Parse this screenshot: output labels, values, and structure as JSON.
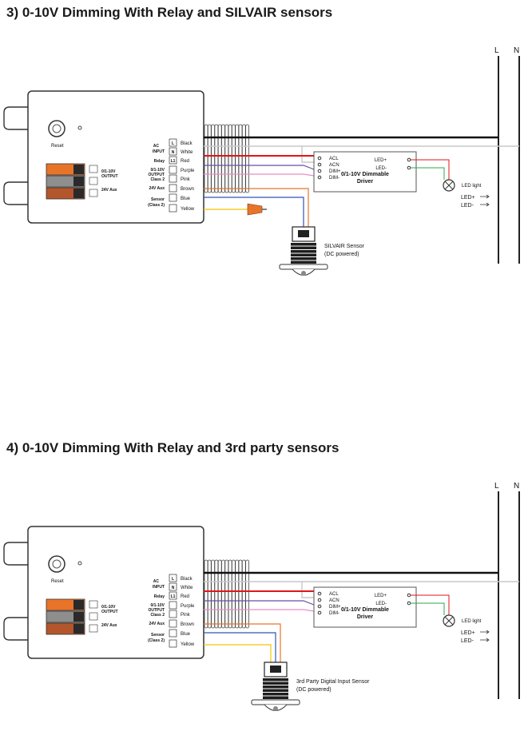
{
  "diagrams": [
    {
      "title": "3) 0-10V Dimming With Relay and SILVAIR sensors",
      "sensor_line1": "SILVAIR Sensor",
      "sensor_line2": "(DC powered)"
    },
    {
      "title": "4) 0-10V Dimming With Relay and 3rd party sensors",
      "sensor_line1": "3rd Party Digital Input Sensor",
      "sensor_line2": "(DC powered)"
    }
  ],
  "controller": {
    "reset_label": "Reset",
    "ac_input_label": "AC",
    "ac_input_label2": "INPUT",
    "relay_label": "Relay",
    "output_label": "0/1-10V",
    "output_label2": "OUTPUT",
    "output_label3": "Class 2",
    "aux_label": "24V Aux",
    "sensor_label": "Sensor",
    "sensor_label2": "(Class 2)",
    "terminal_L": "L",
    "terminal_N": "N",
    "terminal_L1": "L1",
    "left_out_label": "0/1-10V",
    "left_out_label2": "OUTPUT",
    "left_aux_label": "24V Aux",
    "wires": [
      "Black",
      "White",
      "Red",
      "Purple",
      "Pink",
      "Brown",
      "Blue",
      "Yellow"
    ]
  },
  "driver": {
    "title_line1": "0/1-10V Dimmable",
    "title_line2": "Driver",
    "pins_left": [
      "ACL",
      "ACN",
      "DIM+",
      "DIM-"
    ],
    "pins_right": [
      "LED+",
      "LED-"
    ]
  },
  "load": {
    "lamp_label": "LED light",
    "led_plus": "LED+",
    "led_minus": "LED-"
  },
  "mains": {
    "L": "L",
    "N": "N"
  },
  "colors": {
    "black": "#111111",
    "white_wire": "#c8c8c8",
    "red": "#e0141b",
    "purple": "#6b4ea8",
    "pink": "#e58fc4",
    "brown": "#8b5a2b",
    "blue": "#2f55b8",
    "yellow": "#f2c400",
    "orange_terminal": "#e8742a",
    "green": "#2aa84a"
  }
}
